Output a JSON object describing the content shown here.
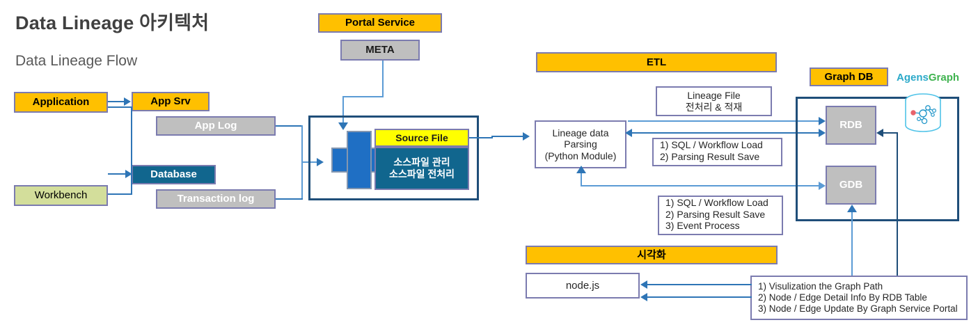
{
  "header": {
    "title": "Data Lineage 아키텍처",
    "subtitle": "Data Lineage Flow"
  },
  "sources": {
    "application": "Application",
    "workbench": "Workbench",
    "app_srv": "App Srv",
    "app_log": "App Log",
    "database": "Database",
    "transaction_log": "Transaction log"
  },
  "portal": {
    "service": "Portal Service",
    "meta": "META"
  },
  "collector": {
    "source_file_title": "Source File",
    "source_file_body_line1": "소스파일 관리",
    "source_file_body_line2": "소스파일 전처리",
    "plus_icon": "plus-icon"
  },
  "etl": {
    "header": "ETL",
    "parsing_line1": "Lineage data",
    "parsing_line2": "Parsing",
    "parsing_line3": "(Python Module)",
    "note_lineage_line1": "Lineage File",
    "note_lineage_line2": "전처리 & 적재",
    "note_sql_line1": "1) SQL / Workflow Load",
    "note_sql_line2": "2) Parsing Result Save",
    "note_event_line1": "1) SQL / Workflow Load",
    "note_event_line2": "2) Parsing Result Save",
    "note_event_line3": "3) Event Process"
  },
  "graphdb": {
    "header": "Graph DB",
    "rdb": "RDB",
    "gdb": "GDB",
    "logo_part1": "Agens",
    "logo_part2": "Graph",
    "logo_icon": "graph-database-cylinder-icon"
  },
  "visualization": {
    "header": "시각화",
    "node_js": "node.js",
    "note_line1": "1) Visulization the Graph Path",
    "note_line2": "2) Node / Edge Detail Info By RDB Table",
    "note_line3": "3) Node / Edge Update By Graph Service Portal"
  },
  "colors": {
    "amber": "#FFC000",
    "grey": "#BFBFBF",
    "teal": "#11668E",
    "olive": "#D3DE9B",
    "yellow": "#FFFF00",
    "border_purple": "#7B7BAF",
    "container_blue": "#1F4E79",
    "arrow_blue": "#2E75B6",
    "arrow_light_blue": "#5B9BD5",
    "logo_agens": "#2BA9C9",
    "logo_graph": "#3FB34F"
  }
}
